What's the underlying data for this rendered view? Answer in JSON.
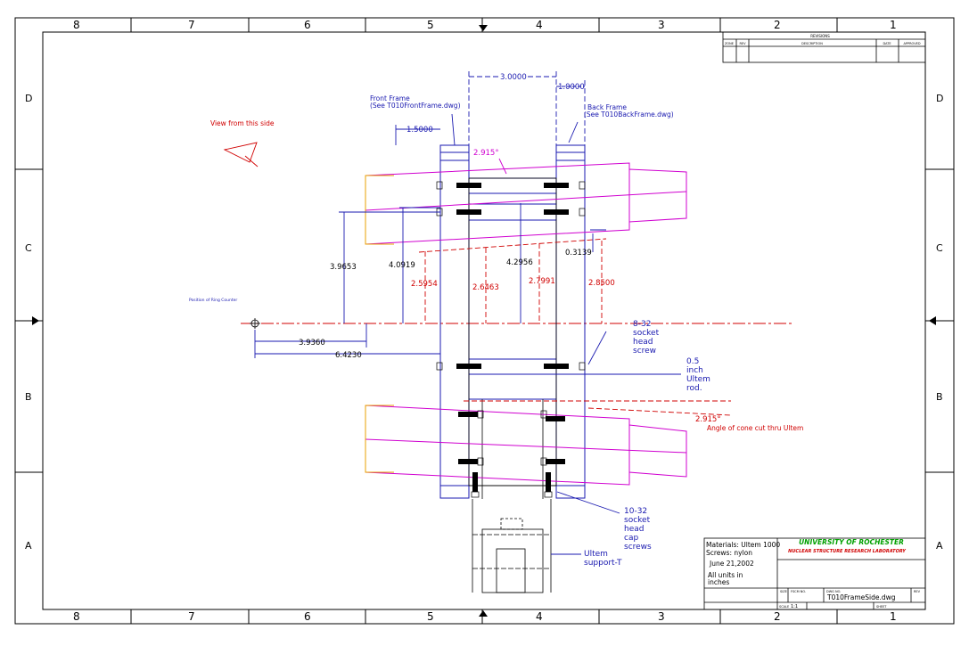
{
  "border": {
    "col_labels": [
      "8",
      "7",
      "6",
      "5",
      "4",
      "3",
      "2",
      "1"
    ],
    "row_labels": [
      "D",
      "C",
      "B",
      "A"
    ]
  },
  "revision_block": {
    "title": "REVISIONS",
    "headers": [
      "ZONE",
      "REV",
      "DESCRIPTION",
      "DATE",
      "APPROVED"
    ]
  },
  "notes": {
    "view_from": "View from this side",
    "ring_center": "Position of Ring Counter",
    "front_frame": [
      "Front Frame",
      "(See T010FrontFrame.dwg)"
    ],
    "back_frame": [
      "Back Frame",
      "(See T010BackFrame.dwg)"
    ],
    "socket_screw": [
      "8-32",
      "socket",
      "head",
      "screw"
    ],
    "ultem_rod": [
      "0.5",
      "inch",
      "Ultem",
      "rod."
    ],
    "cone_angle": "Angle of cone cut thru Ultem",
    "cap_screws": [
      "10-32",
      "socket",
      "head",
      "cap",
      "screws"
    ],
    "support_t": [
      "Ultem",
      "support-T"
    ]
  },
  "dimensions": {
    "d_3": "3.0000",
    "d_1": "1.0000",
    "d_15": "1.5000",
    "angle_top": "2.915°",
    "angle_bottom": "2.915°",
    "d_39653": "3.9653",
    "d_40919": "4.0919",
    "d_42956": "4.2956",
    "d_03139": "0.3139",
    "d_25954": "2.5954",
    "d_26463": "2.6463",
    "d_27991": "2.7991",
    "d_28500": "2.8500",
    "d_39360": "3.9360",
    "d_64230": "6.4230"
  },
  "title_block": {
    "material": "Materials: Ultem 1000",
    "screws": "Screws: nylon",
    "date": "June 21,2002",
    "units": [
      "All units in",
      "inches"
    ],
    "university": "UNIVERSITY OF ROCHESTER",
    "lab": "NUCLEAR STRUCTURE RESEARCH LABORATORY",
    "size_label": "SIZE",
    "fscm_label": "FSCM NO.",
    "dwg_label": "DWG NO.",
    "rev_label": "REV",
    "dwg_no": "T010FrameSide.dwg",
    "scale_label": "SCALE",
    "scale_val": "1:1",
    "sheet_label": "SHEET"
  },
  "colors": {
    "border": "#000000",
    "dimension": "#1a1ab0",
    "red": "#d00000",
    "magenta": "#d000d0",
    "orange": "#e8a000",
    "green": "#00a000"
  }
}
